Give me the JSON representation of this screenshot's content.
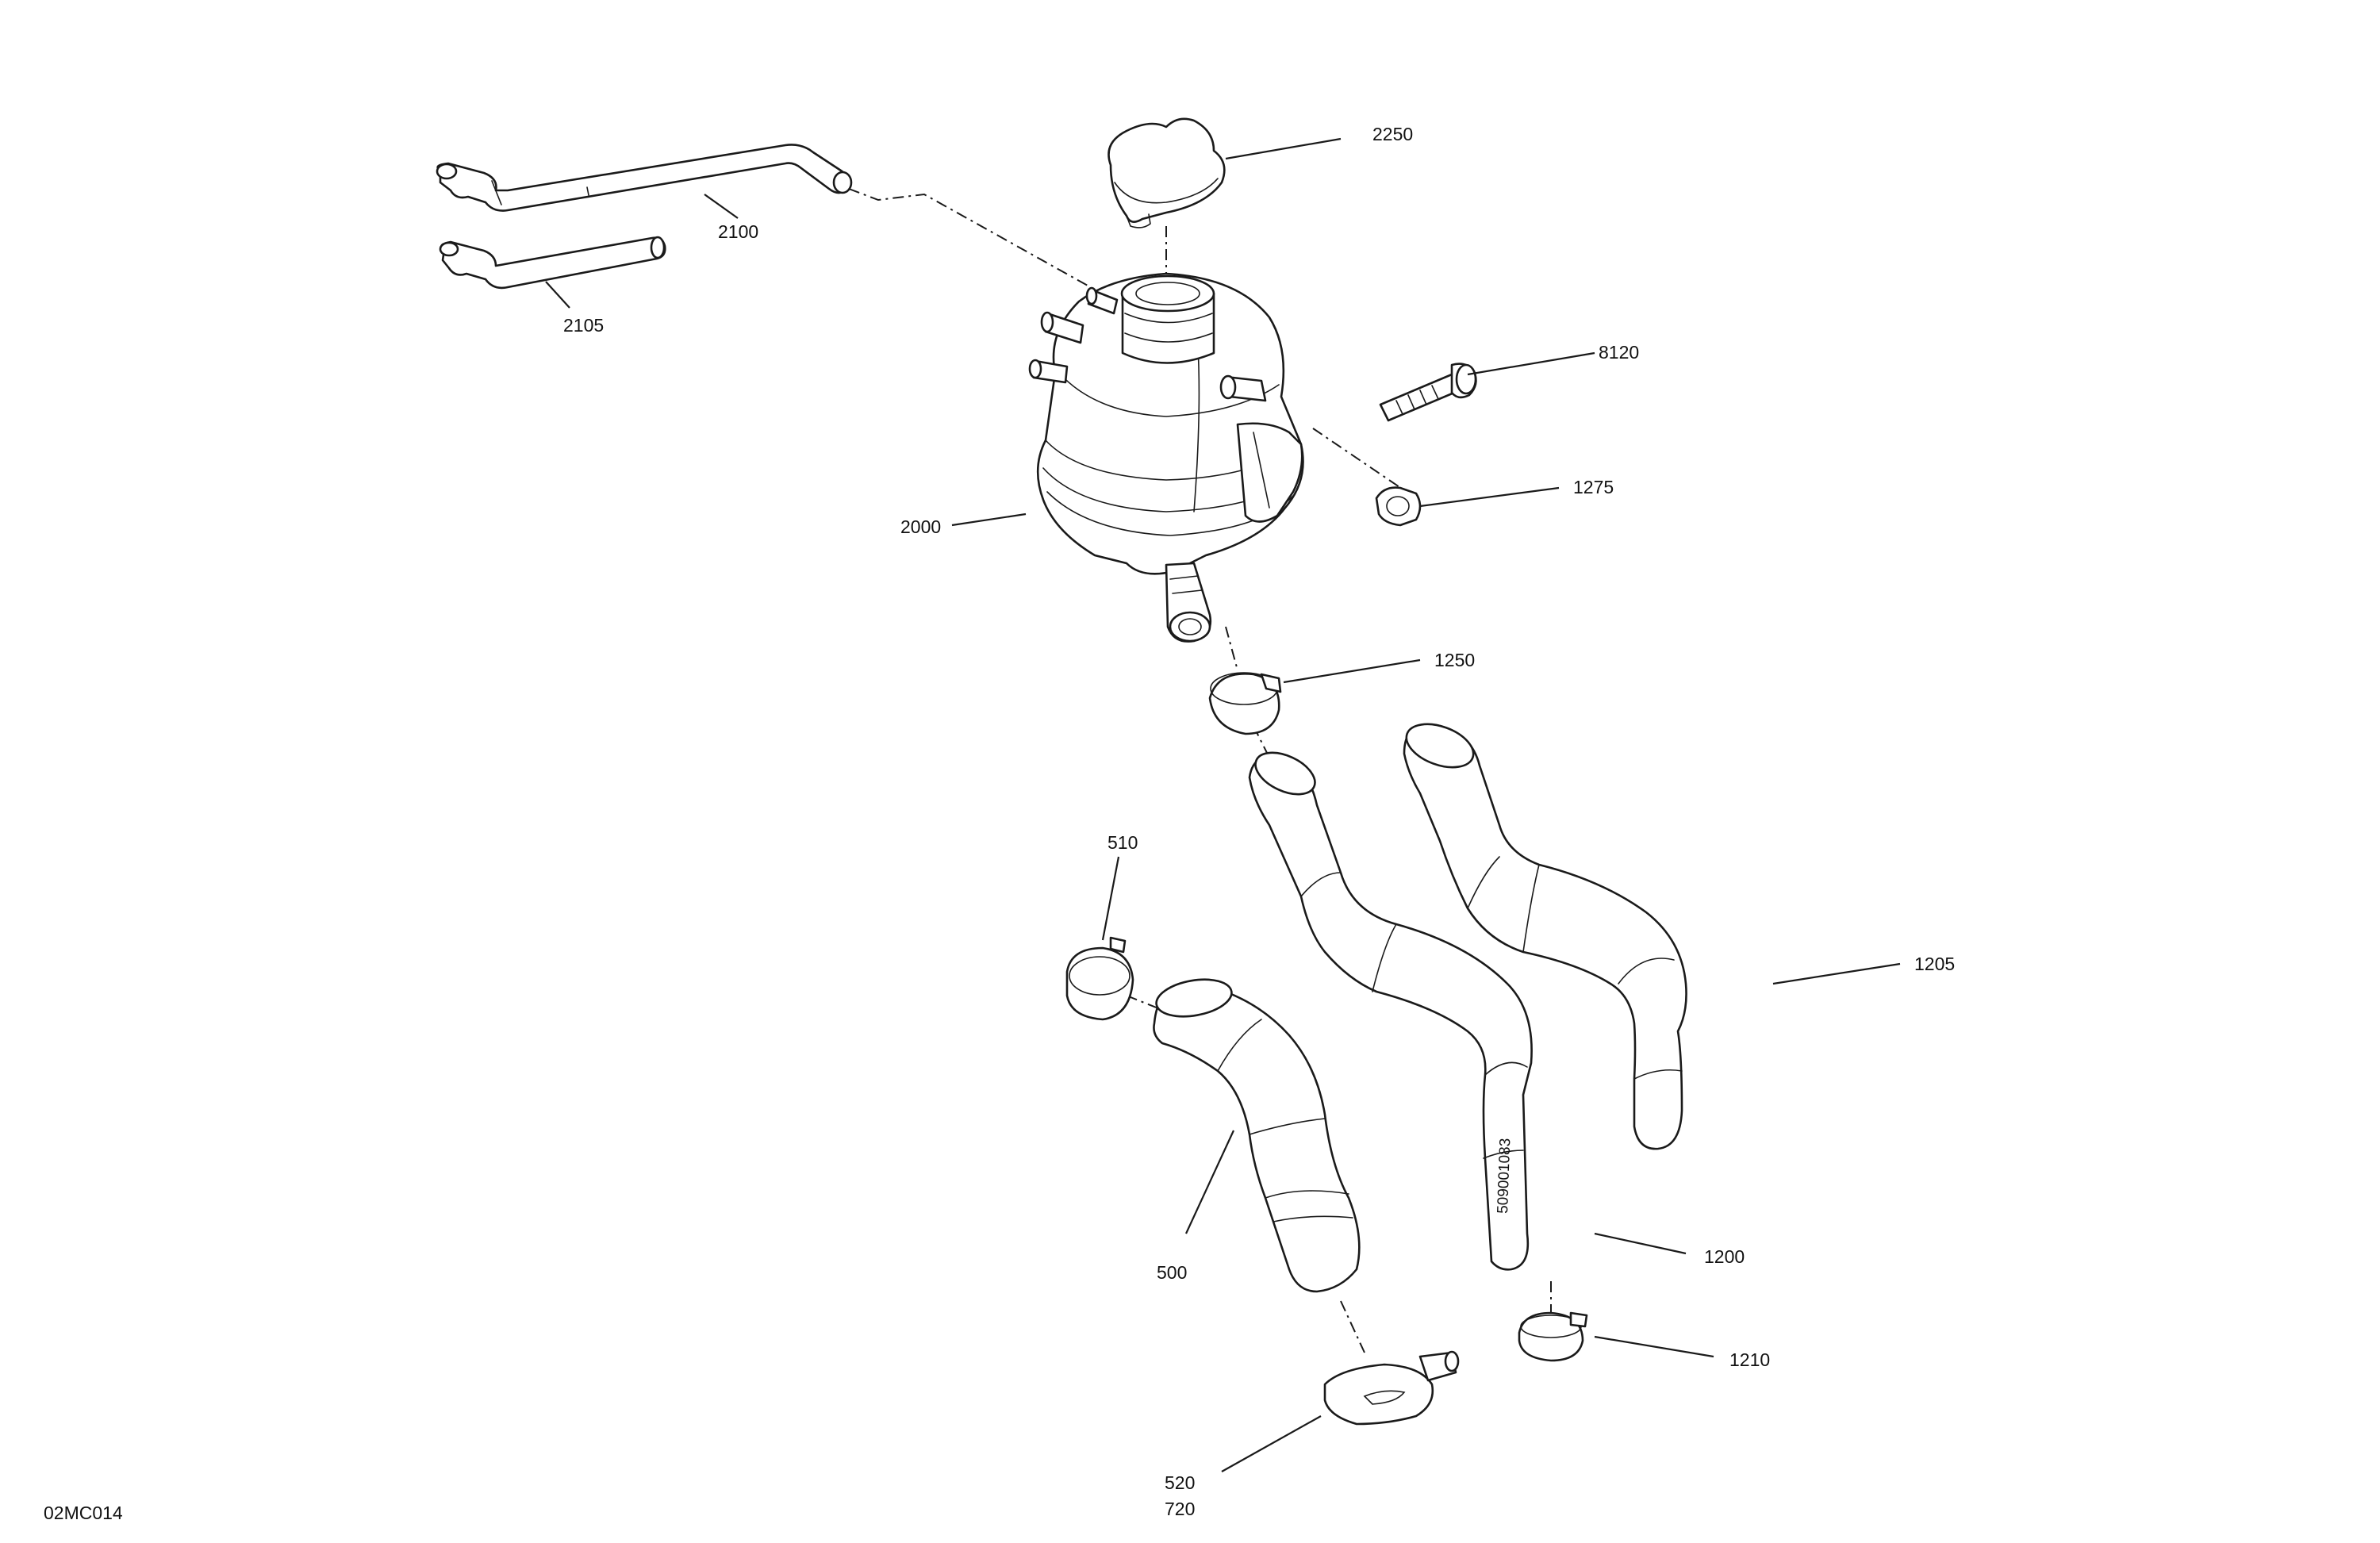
{
  "figure_id": "02MC014",
  "hose_marking": "509001083",
  "callouts": {
    "c2250": "2250",
    "c2100": "2100",
    "c2105": "2105",
    "c8120": "8120",
    "c1275": "1275",
    "c2000": "2000",
    "c1250": "1250",
    "c510": "510",
    "c1205": "1205",
    "c500": "500",
    "c1200": "1200",
    "c1210": "1210",
    "c520": "520",
    "c720": "720"
  }
}
